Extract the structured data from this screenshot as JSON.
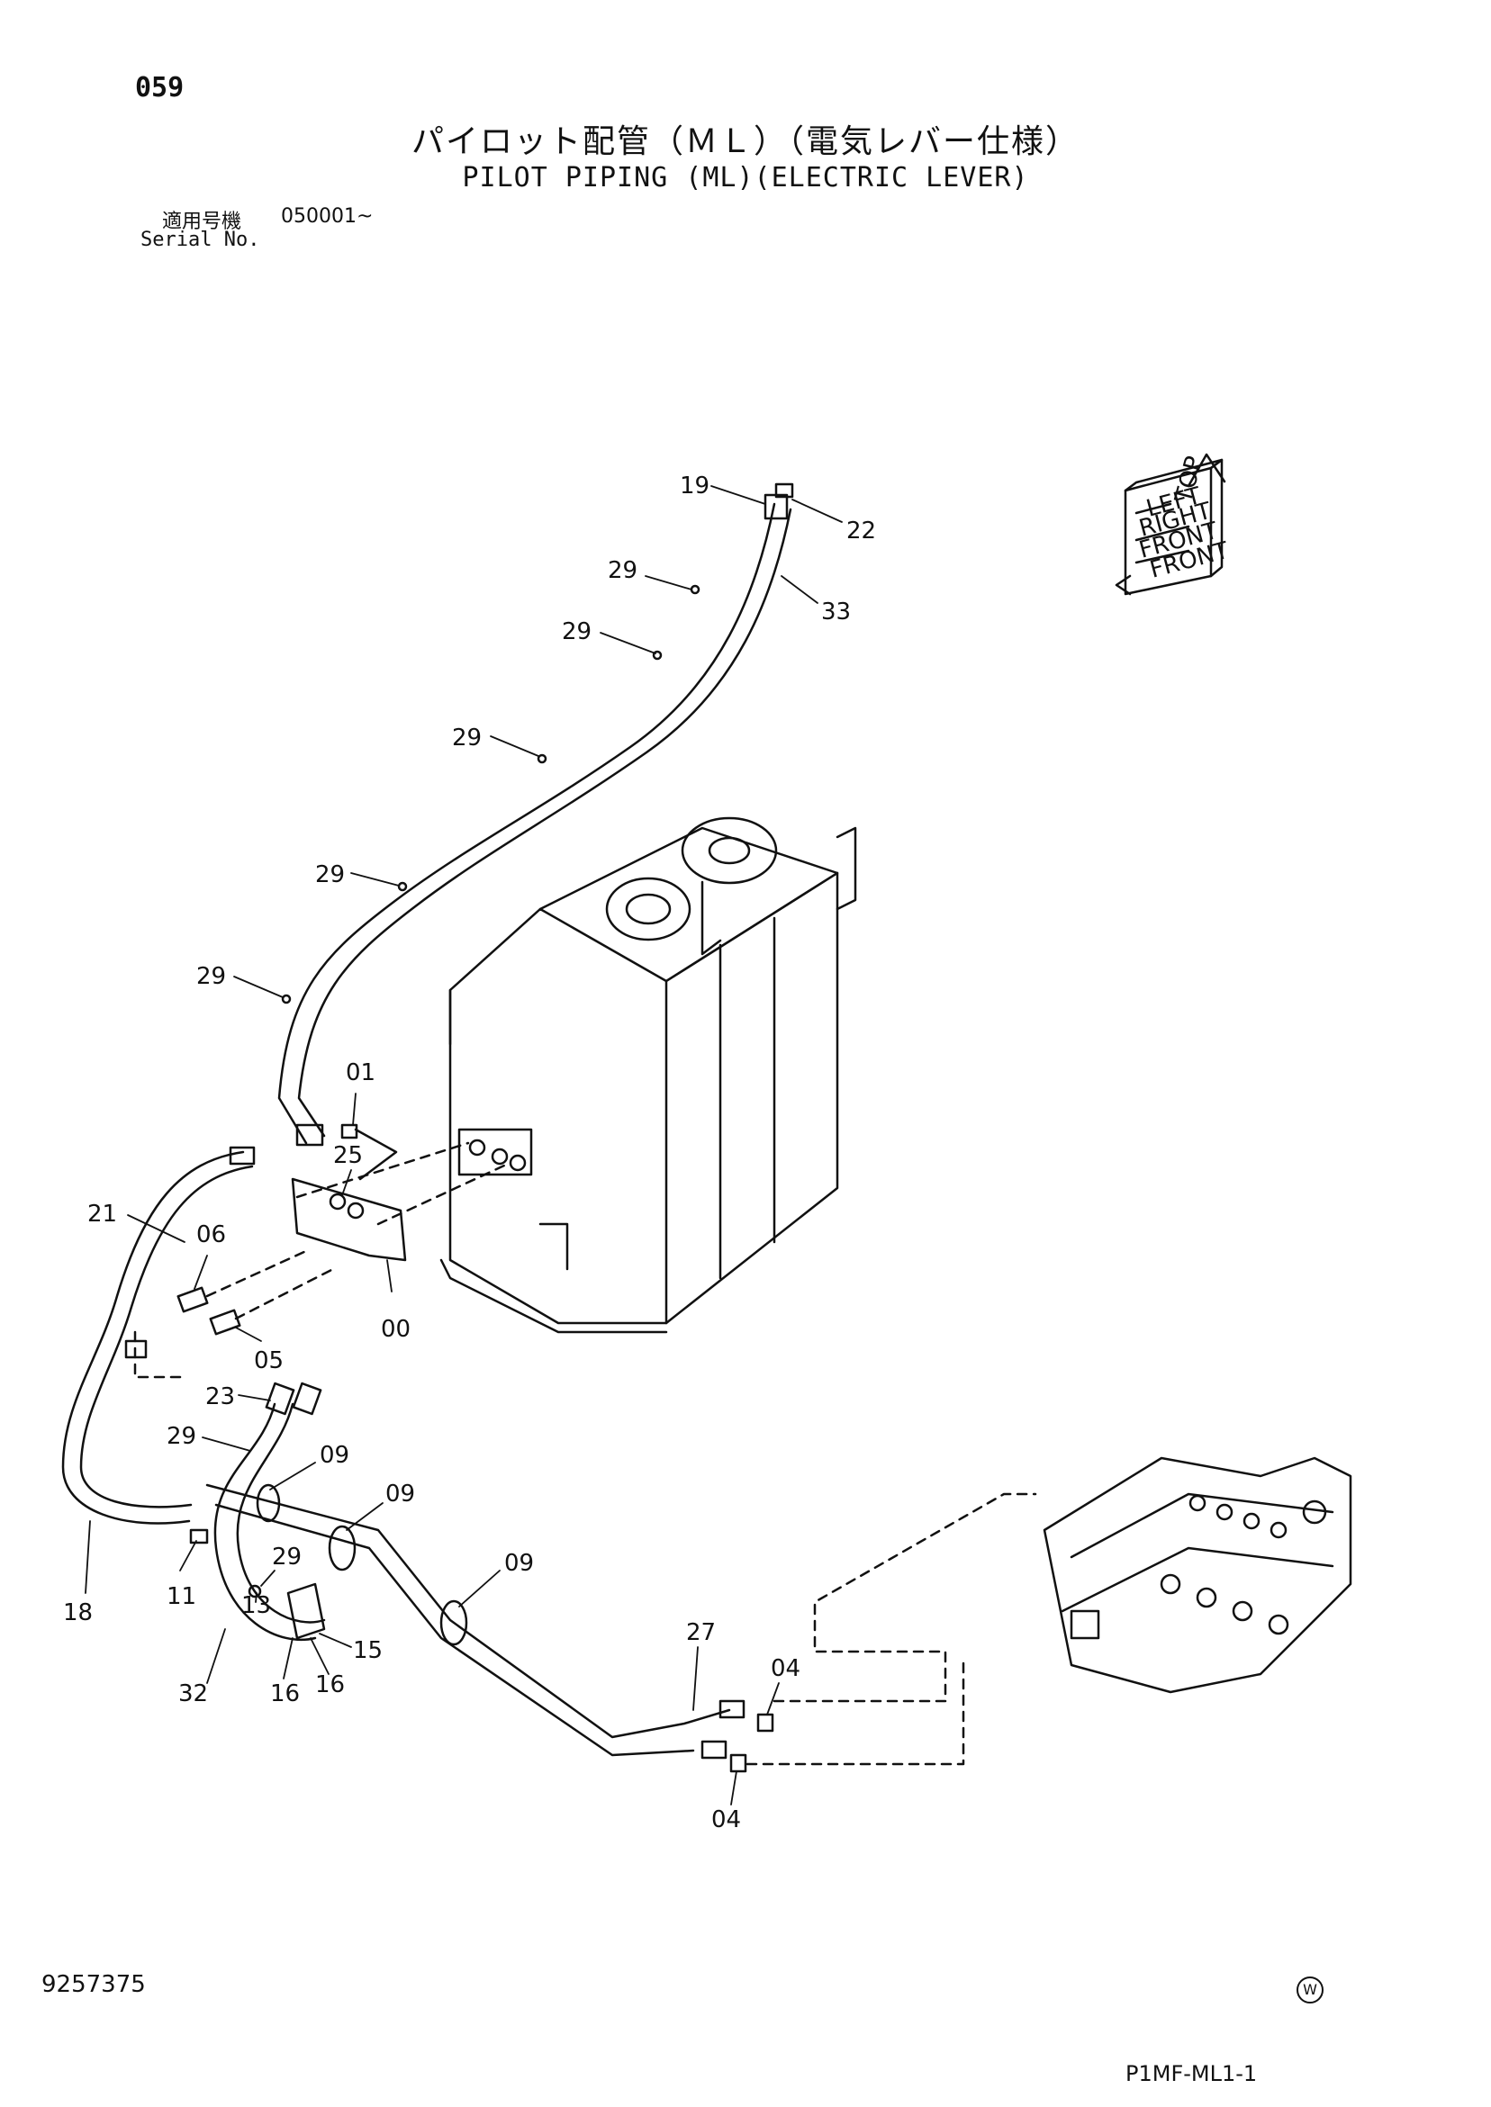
{
  "header": {
    "page_number": "059",
    "title_japanese": "パイロット配管（ＭＬ）（電気レバー仕様）",
    "title_english": "PILOT PIPING (ML)(ELECTRIC LEVER)",
    "serial_label_japanese": "適用号機",
    "serial_value": "050001~",
    "serial_label_english": "Serial No."
  },
  "footer": {
    "document_number": "9257375",
    "figure_code": "P1MF-ML1-1",
    "w_mark": "W"
  },
  "orientation_badge": {
    "labels": [
      "LEFT",
      "RIGHT",
      "FRONT",
      "FRONT",
      "TOP"
    ]
  },
  "callouts": [
    {
      "id": "c-19",
      "label": "19"
    },
    {
      "id": "c-22",
      "label": "22"
    },
    {
      "id": "c-29a",
      "label": "29"
    },
    {
      "id": "c-33",
      "label": "33"
    },
    {
      "id": "c-29b",
      "label": "29"
    },
    {
      "id": "c-29c",
      "label": "29"
    },
    {
      "id": "c-29d",
      "label": "29"
    },
    {
      "id": "c-29e",
      "label": "29"
    },
    {
      "id": "c-01",
      "label": "01"
    },
    {
      "id": "c-25",
      "label": "25"
    },
    {
      "id": "c-21",
      "label": "21"
    },
    {
      "id": "c-06",
      "label": "06"
    },
    {
      "id": "c-00",
      "label": "00"
    },
    {
      "id": "c-05",
      "label": "05"
    },
    {
      "id": "c-23",
      "label": "23"
    },
    {
      "id": "c-29f",
      "label": "29"
    },
    {
      "id": "c-09a",
      "label": "09"
    },
    {
      "id": "c-09b",
      "label": "09"
    },
    {
      "id": "c-09c",
      "label": "09"
    },
    {
      "id": "c-29g",
      "label": "29"
    },
    {
      "id": "c-11",
      "label": "11"
    },
    {
      "id": "c-13",
      "label": "13"
    },
    {
      "id": "c-18",
      "label": "18"
    },
    {
      "id": "c-15",
      "label": "15"
    },
    {
      "id": "c-32",
      "label": "32"
    },
    {
      "id": "c-16a",
      "label": "16"
    },
    {
      "id": "c-16b",
      "label": "16"
    },
    {
      "id": "c-27",
      "label": "27"
    },
    {
      "id": "c-04a",
      "label": "04"
    },
    {
      "id": "c-04b",
      "label": "04"
    }
  ]
}
